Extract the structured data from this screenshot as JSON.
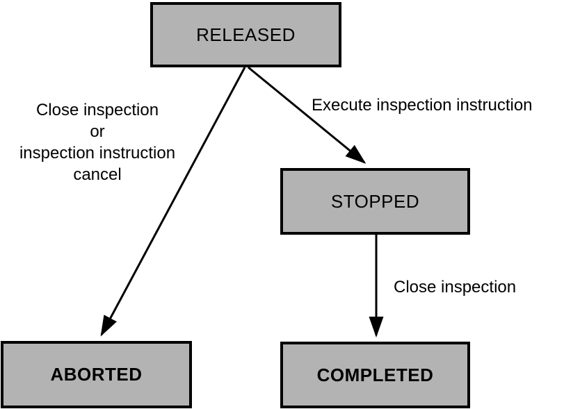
{
  "diagram": {
    "type": "state-transition-diagram",
    "background": "#ffffff",
    "node_fill": "#b3b3b3",
    "node_border_color": "#000000",
    "arrow_color": "#000000",
    "nodes": [
      {
        "id": "released",
        "label": "RELEASED"
      },
      {
        "id": "stopped",
        "label": "STOPPED"
      },
      {
        "id": "aborted",
        "label": "ABORTED"
      },
      {
        "id": "completed",
        "label": "COMPLETED"
      }
    ],
    "edges": [
      {
        "from": "RELEASED",
        "to": "ABORTED",
        "label": "Close inspection\nor\ninspection instruction\ncancel"
      },
      {
        "from": "RELEASED",
        "to": "STOPPED",
        "label": "Execute inspection instruction"
      },
      {
        "from": "STOPPED",
        "to": "COMPLETED",
        "label": "Close inspection"
      }
    ]
  }
}
